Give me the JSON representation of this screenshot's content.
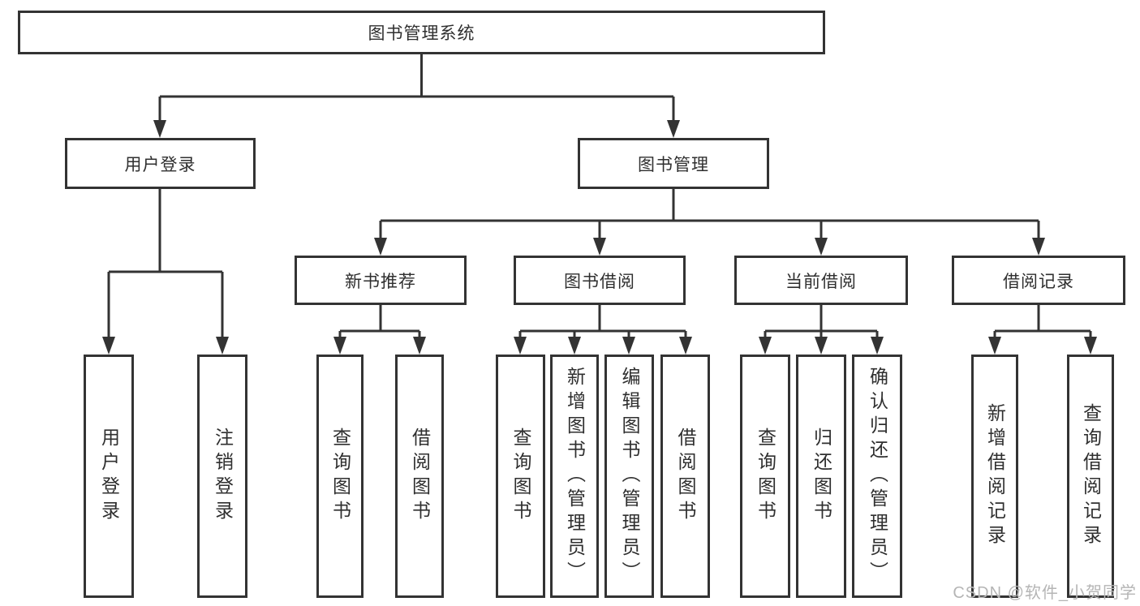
{
  "tree": {
    "root": {
      "label": "图书管理系统",
      "children": [
        {
          "label": "用户登录",
          "children": [
            {
              "label": "用户登录"
            },
            {
              "label": "注销登录"
            }
          ]
        },
        {
          "label": "图书管理",
          "children": [
            {
              "label": "新书推荐",
              "children": [
                {
                  "label": "查询图书"
                },
                {
                  "label": "借阅图书"
                }
              ]
            },
            {
              "label": "图书借阅",
              "children": [
                {
                  "label": "查询图书"
                },
                {
                  "label": "新增图书（管理员）"
                },
                {
                  "label": "编辑图书（管理员）"
                },
                {
                  "label": "借阅图书"
                }
              ]
            },
            {
              "label": "当前借阅",
              "children": [
                {
                  "label": "查询图书"
                },
                {
                  "label": "归还图书"
                },
                {
                  "label": "确认归还（管理员）"
                }
              ]
            },
            {
              "label": "借阅记录",
              "children": [
                {
                  "label": "新增借阅记录"
                },
                {
                  "label": "查询借阅记录"
                }
              ]
            }
          ]
        }
      ]
    }
  },
  "watermark": {
    "text": "CSDN @软件_小贺同学"
  },
  "colors": {
    "line": "#333333",
    "box_border": "#333333",
    "box_fill": "#ffffff",
    "text": "#2f2f2f",
    "watermark": "#b5b5b5",
    "background": "#ffffff"
  }
}
